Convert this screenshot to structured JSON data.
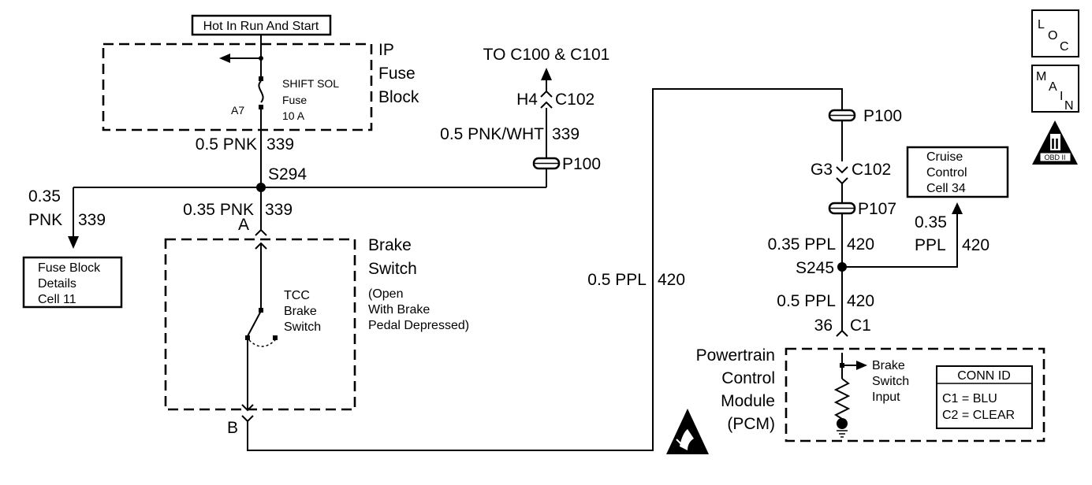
{
  "hot_label": "Hot In Run And Start",
  "ip_fuse_block": {
    "line1": "IP",
    "line2": "Fuse",
    "line3": "Block"
  },
  "fuse": {
    "pin": "A7",
    "name1": "SHIFT SOL",
    "name2": "Fuse",
    "rating": "10 A"
  },
  "wire_fuse_out": {
    "gauge_color": "0.5 PNK",
    "circuit": "339"
  },
  "splice_s294": "S294",
  "wire_left": {
    "gauge": "0.35",
    "color": "PNK",
    "circuit": "339"
  },
  "fuse_block_details": {
    "line1": "Fuse Block",
    "line2": "Details",
    "line3": "Cell 11"
  },
  "to_c100": "TO C100 & C101",
  "h4_c102": {
    "pin": "H4",
    "connector": "C102"
  },
  "wire_pnk_wht": {
    "gauge_color": "0.5 PNK/WHT",
    "circuit": "339"
  },
  "p100_left": "P100",
  "wire_to_brake": {
    "gauge_color": "0.35 PNK",
    "circuit": "339"
  },
  "pin_a": "A",
  "pin_b": "B",
  "brake_switch": {
    "line1": "Brake",
    "line2": "Switch",
    "note1": "(Open",
    "note2": "With Brake",
    "note3": "Pedal Depressed)"
  },
  "tcc_switch": {
    "line1": "TCC",
    "line2": "Brake",
    "line3": "Switch"
  },
  "wire_ppl_long": {
    "gauge_color": "0.5 PPL",
    "circuit": "420"
  },
  "p100_right": "P100",
  "g3_c102": {
    "pin": "G3",
    "connector": "C102"
  },
  "p107": "P107",
  "cruise_control": {
    "line1": "Cruise",
    "line2": "Control",
    "line3": "Cell 34"
  },
  "wire_ppl_035": {
    "gauge_color": "0.35 PPL",
    "circuit": "420"
  },
  "wire_ppl_right": {
    "gauge": "0.35",
    "color": "PPL",
    "circuit": "420"
  },
  "splice_s245": "S245",
  "wire_ppl_05": {
    "gauge_color": "0.5 PPL",
    "circuit": "420"
  },
  "pcm_pin": {
    "pin": "36",
    "connector": "C1"
  },
  "pcm": {
    "line1": "Powertrain",
    "line2": "Control",
    "line3": "Module",
    "line4": "(PCM)"
  },
  "pcm_input": {
    "line1": "Brake",
    "line2": "Switch",
    "line3": "Input"
  },
  "conn_id": {
    "title": "CONN ID",
    "row1": "C1  =  BLU",
    "row2": "C2  =  CLEAR"
  },
  "loc_icon": {
    "l": "L",
    "o": "O",
    "c": "C"
  },
  "main_icon": {
    "m": "M",
    "a": "A",
    "i": "I",
    "n": "N"
  },
  "obd_icon": {
    "roman": "II",
    "label": "OBD II"
  },
  "icons": {
    "esd": "esd-warning-icon",
    "ground": "ground-icon",
    "obd": "obd-ii-icon"
  }
}
